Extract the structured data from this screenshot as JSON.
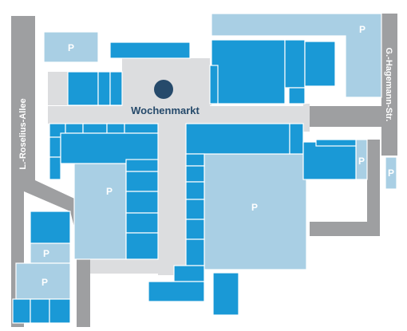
{
  "map": {
    "market_label": "Wochenmarkt",
    "parking_label": "P",
    "streets": {
      "left": "L.-Roselius-Allee",
      "right": "G.-Hagemann-Str."
    },
    "colors": {
      "building": "#1a99d6",
      "parking": "#a9cfe4",
      "plaza": "#dcdddf",
      "road": "#9e9fa1",
      "marker": "#264a6b"
    }
  }
}
